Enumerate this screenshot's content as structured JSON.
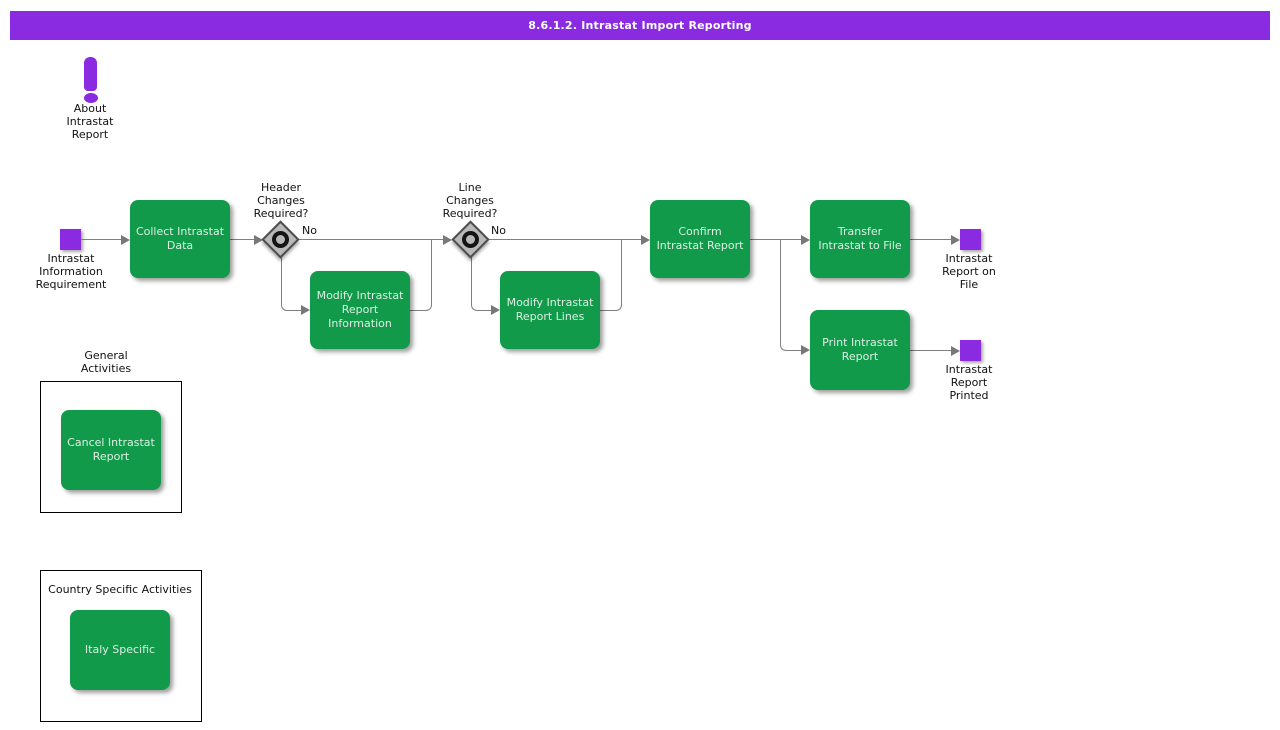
{
  "title": "8.6.1.2. Intrastat Import Reporting",
  "colors": {
    "accent_purple": "#8a2be2",
    "task_green": "#119a4a",
    "connector_gray": "#7f7f7f",
    "gateway_gray": "#b9b9b9"
  },
  "about": {
    "label": "About\nIntrastat\nReport"
  },
  "flow": {
    "start_label": "Intrastat\nInformation\nRequirement",
    "collect": "Collect Intrastat\nData",
    "decision1": {
      "question": "Header\nChanges\nRequired?",
      "no": "No"
    },
    "modify_info": "Modify Intrastat\nReport\nInformation",
    "decision2": {
      "question": "Line\nChanges\nRequired?",
      "no": "No"
    },
    "modify_lines": "Modify Intrastat\nReport Lines",
    "confirm": "Confirm\nIntrastat Report",
    "transfer": "Transfer\nIntrastat to File",
    "on_file_label": "Intrastat\nReport on\nFile",
    "print": "Print Intrastat\nReport",
    "printed_label": "Intrastat\nReport\nPrinted"
  },
  "groups": {
    "general": {
      "label": "General\nActivities",
      "cancel": "Cancel Intrastat\nReport"
    },
    "country": {
      "label": "Country Specific Activities",
      "italy": "Italy Specific"
    }
  }
}
